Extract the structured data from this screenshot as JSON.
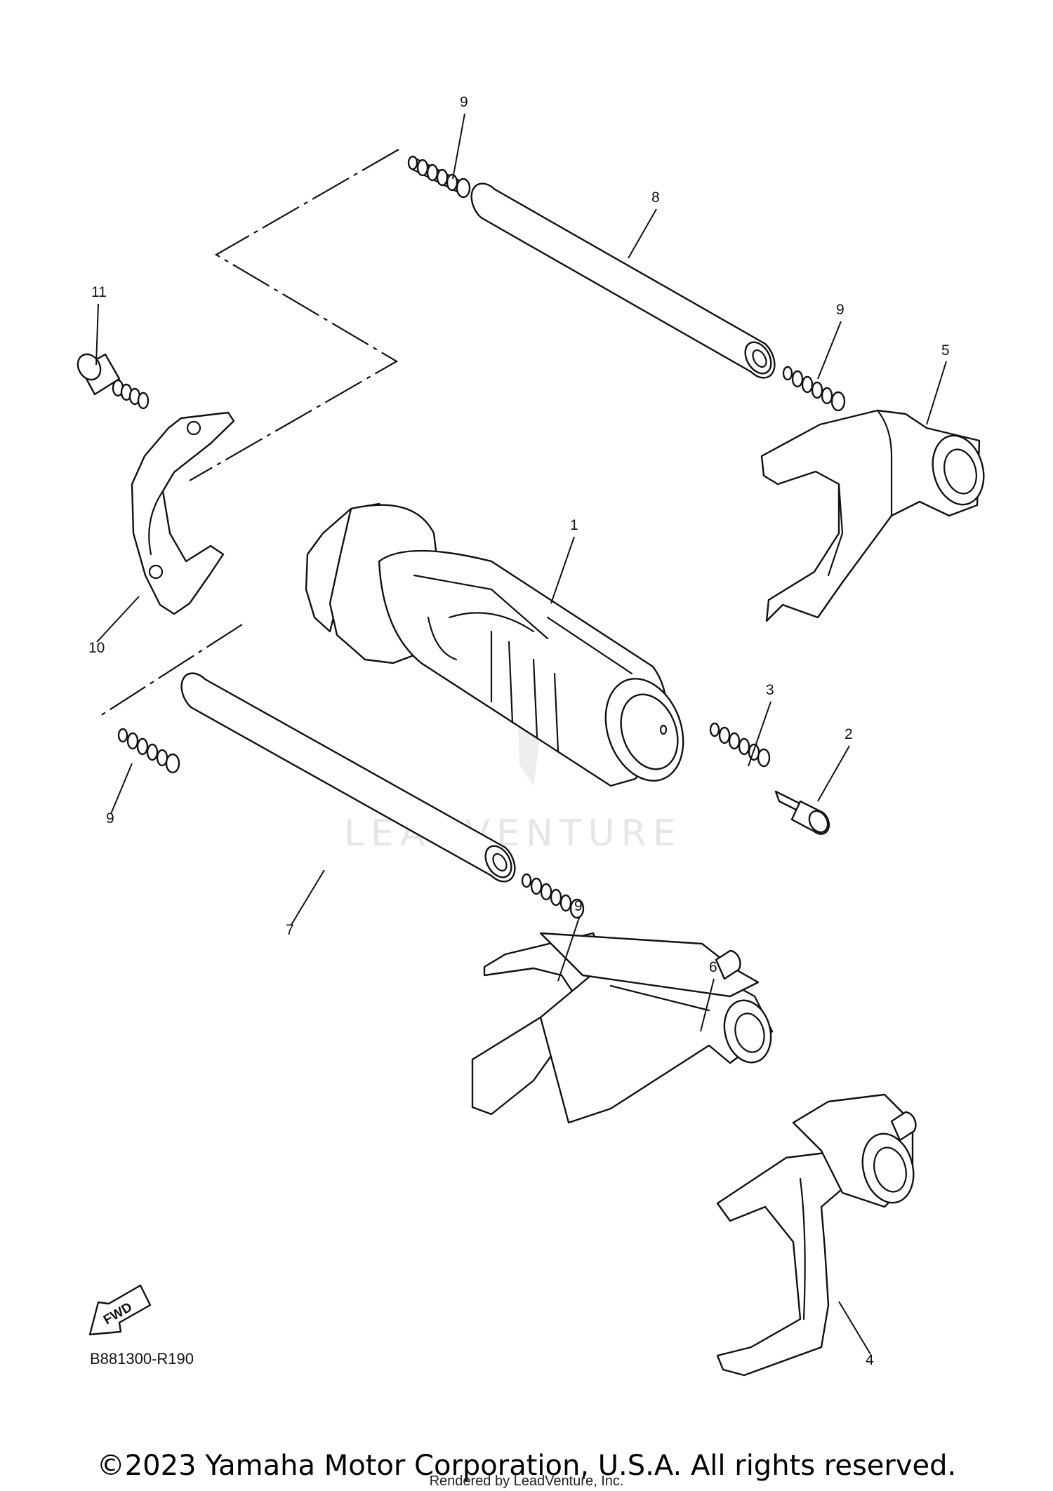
{
  "diagram": {
    "callouts": [
      {
        "id": "c1",
        "label": "1"
      },
      {
        "id": "c2",
        "label": "2"
      },
      {
        "id": "c3",
        "label": "3"
      },
      {
        "id": "c4",
        "label": "4"
      },
      {
        "id": "c5",
        "label": "5"
      },
      {
        "id": "c6",
        "label": "6"
      },
      {
        "id": "c7",
        "label": "7"
      },
      {
        "id": "c8",
        "label": "8"
      },
      {
        "id": "c9a",
        "label": "9"
      },
      {
        "id": "c9b",
        "label": "9"
      },
      {
        "id": "c9c",
        "label": "9"
      },
      {
        "id": "c9d",
        "label": "9"
      },
      {
        "id": "c10",
        "label": "10"
      },
      {
        "id": "c11",
        "label": "11"
      }
    ],
    "fwd_label": "FWD",
    "figure_code": "B881300-R190",
    "watermark": "LEADVENTURE"
  },
  "footer": {
    "copyright": "©2023 Yamaha Motor Corporation, U.S.A. All rights reserved.",
    "rendered_by": "Rendered by LeadVenture, Inc."
  }
}
